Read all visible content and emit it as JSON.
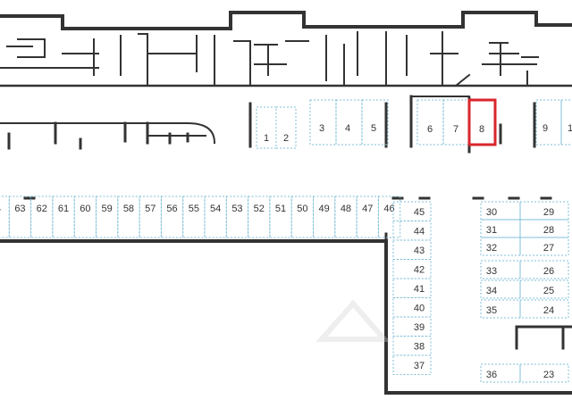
{
  "plan": {
    "highlighted_spot": "8",
    "colors": {
      "wall": "#333333",
      "spot_line": "#7fbfd8",
      "highlight": "#d9262c",
      "watermark": "#cfcfcf"
    },
    "top_row_a": [
      "1",
      "2"
    ],
    "top_row_b": [
      "3",
      "4",
      "5"
    ],
    "top_row_c": [
      "6",
      "7",
      "8"
    ],
    "top_row_d": [
      "9",
      "1"
    ],
    "middle_row": [
      "4",
      "63",
      "62",
      "61",
      "60",
      "59",
      "58",
      "57",
      "56",
      "55",
      "54",
      "53",
      "52",
      "51",
      "50",
      "49",
      "48",
      "47",
      "46"
    ],
    "column_center": [
      "45",
      "44",
      "43",
      "42",
      "41",
      "40",
      "39",
      "38",
      "37"
    ],
    "column_right_left": [
      "30",
      "31",
      "32",
      "33",
      "34",
      "35",
      "36"
    ],
    "column_right_right": [
      "29",
      "28",
      "27",
      "26",
      "25",
      "24",
      "23"
    ]
  }
}
